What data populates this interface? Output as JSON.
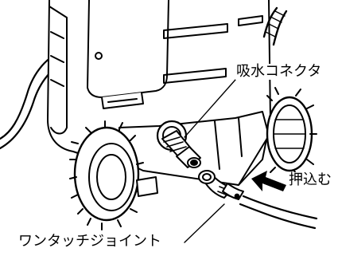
{
  "labels": {
    "water_intake_connector": "吸水コネクタ",
    "push_in": "押込む",
    "one_touch_joint": "ワンタッチジョイント"
  },
  "colors": {
    "line": "#000000",
    "background": "#ffffff"
  }
}
